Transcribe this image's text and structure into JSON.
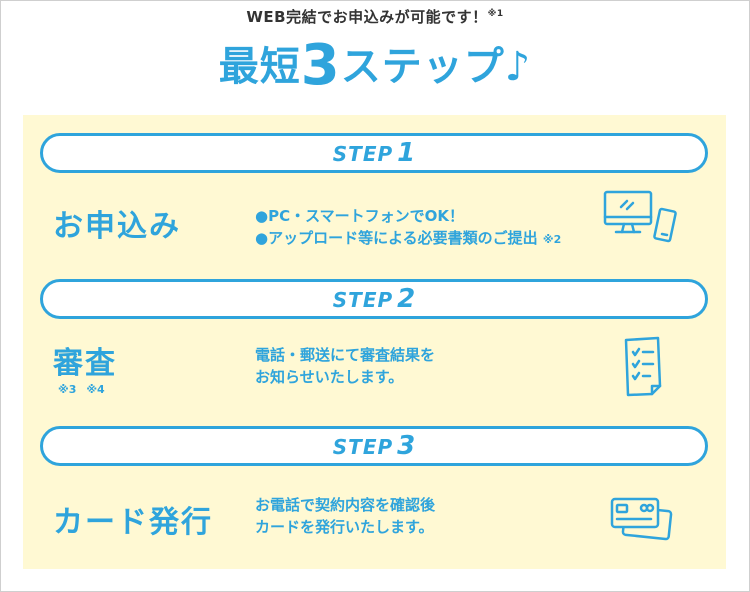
{
  "header": {
    "intro": "WEB完結でお申込みが可能です！",
    "intro_note": "※1",
    "title_pre": "最短",
    "title_num": "3",
    "title_post": "ステップ♪"
  },
  "steps": [
    {
      "label": "STEP",
      "number": "1",
      "title": "お申込み",
      "lines": [
        "●PC・スマートフォンでOK！",
        "●アップロード等による必要書類のご提出"
      ],
      "line_note": "※2",
      "icon": "computer-and-phone-icon"
    },
    {
      "label": "STEP",
      "number": "2",
      "title": "審査",
      "title_notes": [
        "※3",
        "※4"
      ],
      "lines": [
        "電話・郵送にて審査結果を",
        "お知らせいたします。"
      ],
      "icon": "checklist-document-icon"
    },
    {
      "label": "STEP",
      "number": "3",
      "title": "カード発行",
      "lines": [
        "お電話で契約内容を確認後",
        "カードを発行いたします。"
      ],
      "icon": "credit-cards-icon"
    }
  ],
  "colors": {
    "accent": "#2fa4dc",
    "panel": "#fff9d3",
    "text": "#333333"
  }
}
